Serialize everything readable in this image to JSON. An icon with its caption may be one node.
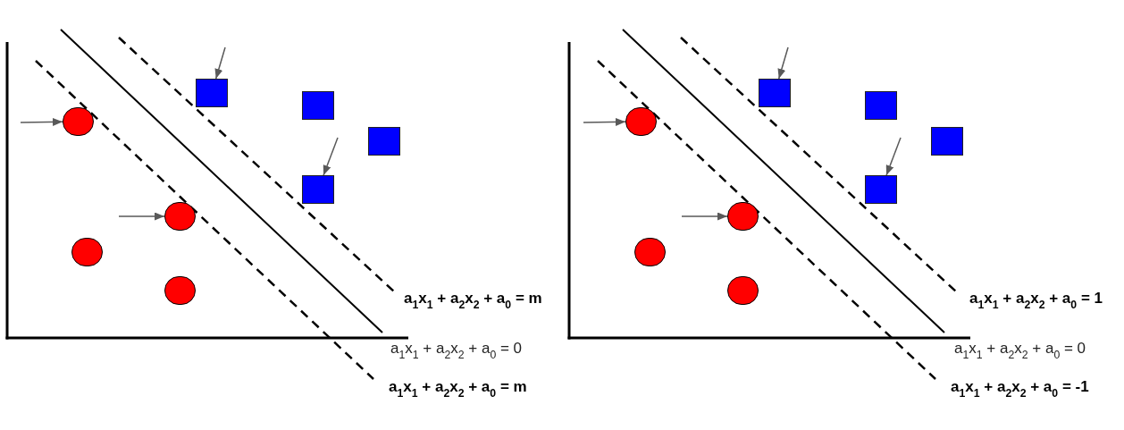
{
  "diagram": {
    "nodes": [
      {
        "text": [],
        "shape": "box"
      },
      {
        "text": [],
        "shape": "box"
      },
      {
        "text": [],
        "shape": "circle"
      },
      {
        "text": [],
        "shape": "box"
      },
      {
        "text": [],
        "shape": "box"
      },
      {
        "text": [],
        "shape": "circle"
      },
      {
        "text": [],
        "shape": "circle"
      },
      {
        "text": [],
        "shape": "circle"
      },
      {
        "text": [],
        "shape": "box"
      },
      {
        "text": [],
        "shape": "box"
      },
      {
        "text": [],
        "shape": "circle"
      },
      {
        "text": [],
        "shape": "box"
      },
      {
        "text": [],
        "shape": "box"
      },
      {
        "text": [],
        "shape": "circle"
      },
      {
        "text": [],
        "shape": "circle"
      },
      {
        "text": [],
        "shape": "circle"
      }
    ],
    "edges": [
      {
        "from": null,
        "to": 0,
        "arrow": "to"
      },
      {
        "from": null,
        "to": 2,
        "arrow": "to"
      },
      {
        "from": null,
        "to": 4,
        "arrow": "to"
      },
      {
        "from": null,
        "to": 5,
        "arrow": "to"
      },
      {
        "from": null,
        "to": 8,
        "arrow": "to"
      },
      {
        "from": null,
        "to": 10,
        "arrow": "to"
      },
      {
        "from": null,
        "to": 12,
        "arrow": "to"
      },
      {
        "from": null,
        "to": 13,
        "arrow": "to"
      }
    ],
    "labels": [
      "a$_{1}$x$_{1}$ + a$_{2}$x$_{2}$ + a$_{0}$ = m",
      "a$_{1}$x$_{1}$ + a$_{2}$x$_{2}$ + a$_{0}$ = 0",
      "a$_{1}$x$_{1}$ + a$_{2}$x$_{2}$ + a$_{0}$ = m",
      "a$_{1}$x$_{1}$ + a$_{2}$x$_{2}$ + a$_{0}$ = 1",
      "a$_{1}$x$_{1}$ + a$_{2}$x$_{2}$ + a$_{0}$ = 0",
      "a$_{1}$x$_{1}$ + a$_{2}$x$_{2}$ + a$_{0}$ = -1"
    ]
  }
}
